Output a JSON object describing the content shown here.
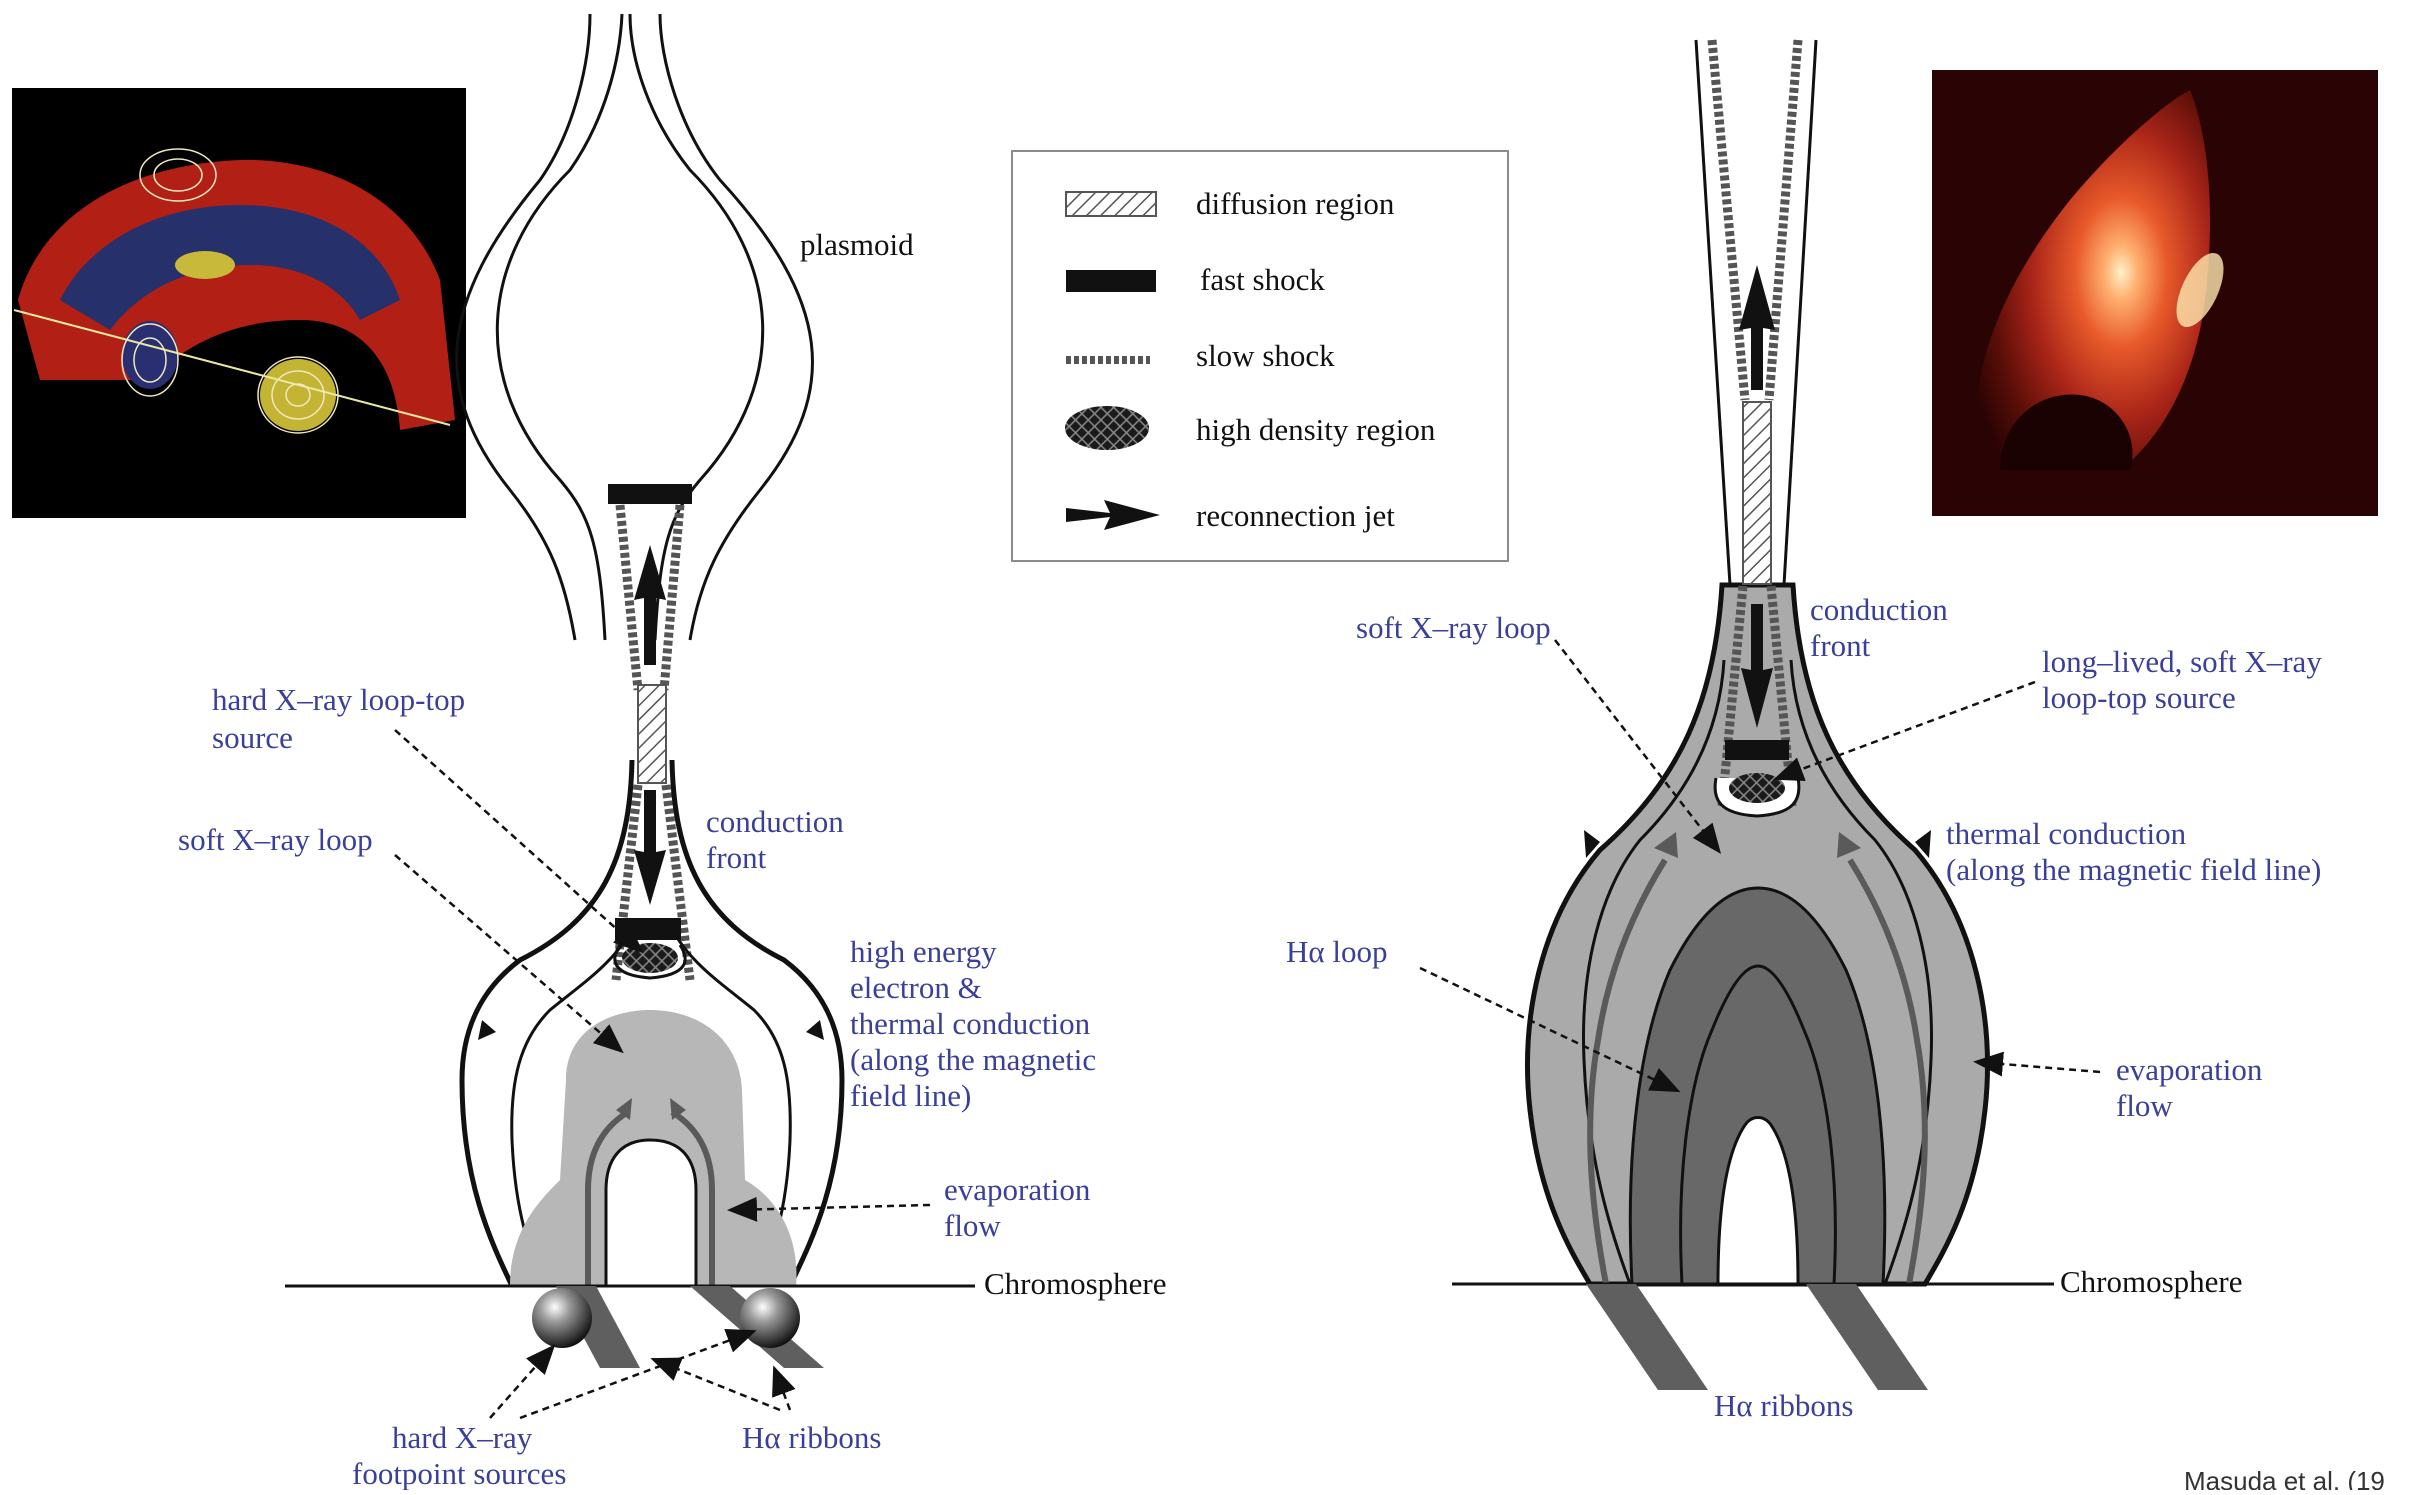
{
  "legend": {
    "items": [
      {
        "key": "diffusion",
        "label": "diffusion region"
      },
      {
        "key": "fast",
        "label": "fast shock"
      },
      {
        "key": "slow",
        "label": "slow shock"
      },
      {
        "key": "density",
        "label": "high density region"
      },
      {
        "key": "jet",
        "label": "reconnection jet"
      }
    ]
  },
  "left": {
    "plasmoid": "plasmoid",
    "hxr_looptop": [
      "hard X–ray loop-top",
      "source"
    ],
    "sxr_loop": "soft X–ray loop",
    "conduction_front": [
      "conduction",
      "front"
    ],
    "high_energy": [
      "high energy",
      "electron &",
      "thermal conduction",
      "(along the magnetic",
      "field line)"
    ],
    "evaporation": [
      "evaporation",
      "flow"
    ],
    "chromosphere": "Chromosphere",
    "hxr_footpoint": [
      "hard X–ray",
      "footpoint sources"
    ],
    "ha_ribbons": "Hα ribbons"
  },
  "right": {
    "sxr_loop": "soft X–ray loop",
    "conduction_front": [
      "conduction",
      "front"
    ],
    "long_lived": [
      "long–lived, soft X–ray",
      "loop-top source"
    ],
    "thermal_conduction": [
      "thermal conduction",
      "(along the magnetic field line)"
    ],
    "ha_loop": "Hα loop",
    "evaporation": [
      "evaporation",
      "flow"
    ],
    "chromosphere": "Chromosphere",
    "ha_ribbons": "Hα ribbons"
  },
  "citation": "Masuda et al. (19"
}
